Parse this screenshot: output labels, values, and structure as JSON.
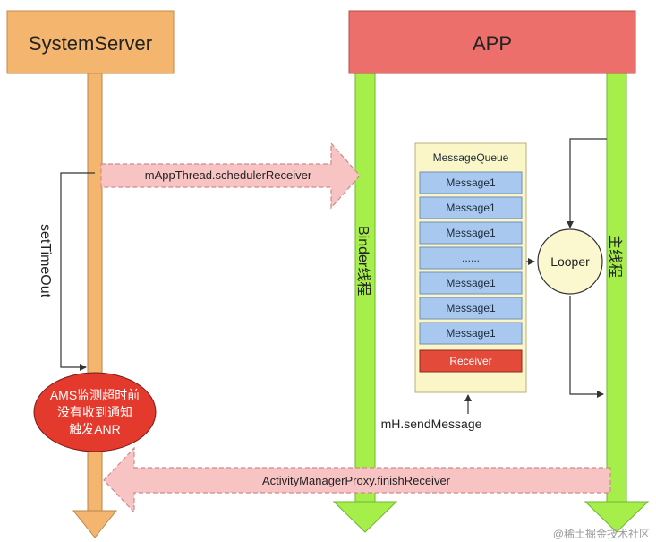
{
  "system_server": {
    "title": "SystemServer"
  },
  "app": {
    "title": "APP"
  },
  "arrows": {
    "schedule": "mAppThread.schedulerReceiver",
    "finish": "ActivityManagerProxy.finishReceiver",
    "timeout": "setTimeOut",
    "send_message": "mH.sendMessage"
  },
  "threads": {
    "binder": "Binder线程",
    "main": "主线程"
  },
  "message_queue": {
    "title": "MessageQueue",
    "items": [
      "Message1",
      "Message1",
      "Message1",
      "......",
      "Message1",
      "Message1",
      "Message1"
    ],
    "receiver": "Receiver"
  },
  "looper": {
    "label": "Looper"
  },
  "anr": {
    "lines": [
      "AMS监测超时前",
      "没有收到通知",
      "触发ANR"
    ]
  },
  "watermark": "@稀土掘金技术社区",
  "colors": {
    "system_server": "#f4b66e",
    "app": "#ec6f6b",
    "thread_green": "#a6ef4a",
    "pink_arrow": "#f7c3c3",
    "message_blue": "#a8c8ef",
    "queue_bg": "#fbf6c8",
    "receiver_red": "#e34a3a",
    "anr_red": "#e43a2e",
    "looper_bg": "#fbf8d0"
  }
}
